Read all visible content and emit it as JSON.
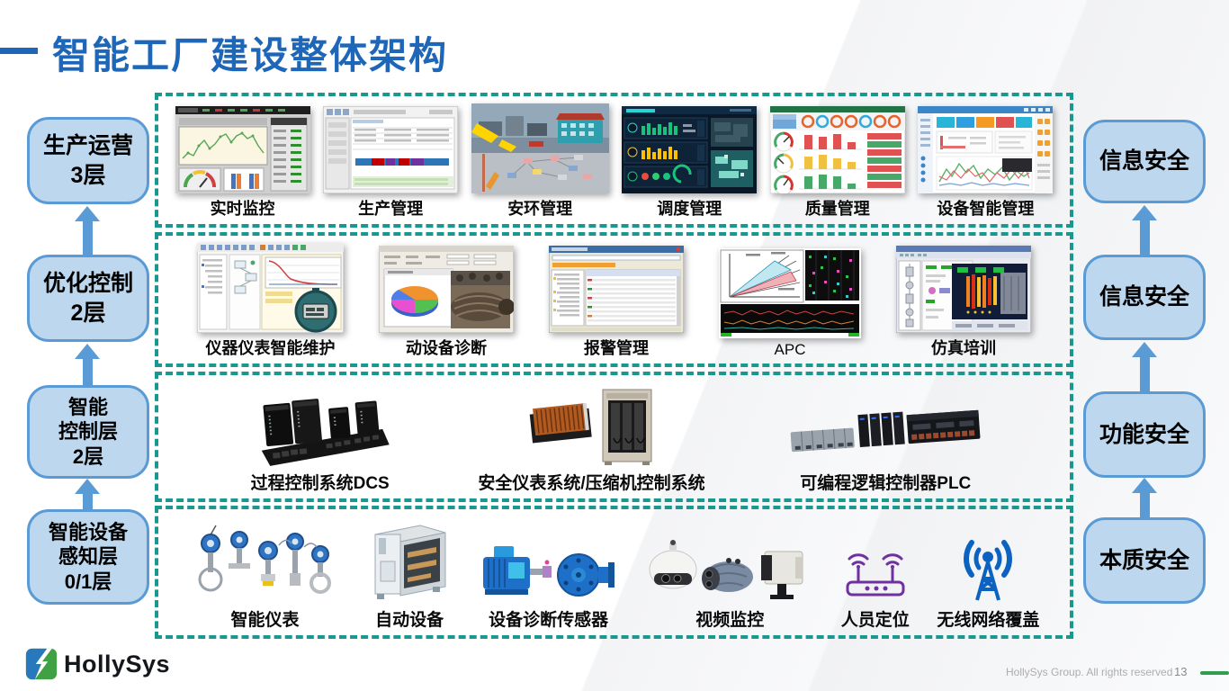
{
  "title": {
    "text": "智能工厂建设整体架构"
  },
  "left_layers": [
    {
      "line1": "生产运营",
      "line2": "3层"
    },
    {
      "line1": "优化控制",
      "line2": "2层"
    },
    {
      "line1": "智能",
      "line2": "控制层",
      "line3": "2层"
    },
    {
      "line1": "智能设备",
      "line2": "感知层",
      "line3": "0/1层"
    }
  ],
  "right_layers": [
    {
      "label": "信息安全"
    },
    {
      "label": "信息安全"
    },
    {
      "label": "功能安全"
    },
    {
      "label": "本质安全"
    }
  ],
  "architecture": {
    "rows": [
      {
        "name": "production-operation-apps",
        "items": [
          {
            "label": "实时监控",
            "icon": "realtime-monitoring-screenshot"
          },
          {
            "label": "生产管理",
            "icon": "production-management-screenshot"
          },
          {
            "label": "安环管理",
            "icon": "safety-environment-screenshot"
          },
          {
            "label": "调度管理",
            "icon": "dispatch-management-screenshot"
          },
          {
            "label": "质量管理",
            "icon": "quality-management-screenshot"
          },
          {
            "label": "设备智能管理",
            "icon": "equipment-intelligent-management-screenshot"
          }
        ]
      },
      {
        "name": "optimization-control-apps",
        "items": [
          {
            "label": "仪器仪表智能维护",
            "icon": "instrument-smart-maintenance-screenshot"
          },
          {
            "label": "动设备诊断",
            "icon": "rotating-equipment-diagnosis-screenshot"
          },
          {
            "label": "报警管理",
            "icon": "alarm-management-screenshot"
          },
          {
            "label": "APC",
            "icon": "apc-screenshot"
          },
          {
            "label": "仿真培训",
            "icon": "simulation-training-screenshot"
          }
        ]
      },
      {
        "name": "intelligent-control-systems",
        "items": [
          {
            "label": "过程控制系统DCS",
            "icon": "dcs-hardware-photo"
          },
          {
            "label": "安全仪表系统/压缩机控制系统",
            "icon": "sis-compressor-control-hardware-photo"
          },
          {
            "label": "可编程逻辑控制器PLC",
            "icon": "plc-hardware-photo"
          }
        ]
      },
      {
        "name": "smart-device-perception",
        "items": [
          {
            "label": "智能仪表",
            "icon": "smart-instruments-photo"
          },
          {
            "label": "自动设备",
            "icon": "automatic-equipment-photo"
          },
          {
            "label": "设备诊断传感器",
            "icon": "equipment-diagnosis-sensor-photo"
          },
          {
            "label": "视频监控",
            "icon": "video-surveillance-photo"
          },
          {
            "label": "人员定位",
            "icon": "personnel-positioning-icon"
          },
          {
            "label": "无线网络覆盖",
            "icon": "wireless-network-coverage-icon"
          }
        ]
      }
    ]
  },
  "footer": {
    "logo_text": "HollySys",
    "copyright": "HollySys Group. All rights reserved",
    "page_number": "13"
  },
  "colors": {
    "title_blue": "#1e66b8",
    "layer_box_fill": "#bdd7ee",
    "layer_box_border": "#5b9bd5",
    "arrow_blue": "#5b9bd5",
    "dashed_border_teal": "#18988e",
    "footer_green": "#2f9e4f",
    "logo_blue": "#2878be",
    "logo_green": "#3fa044"
  }
}
